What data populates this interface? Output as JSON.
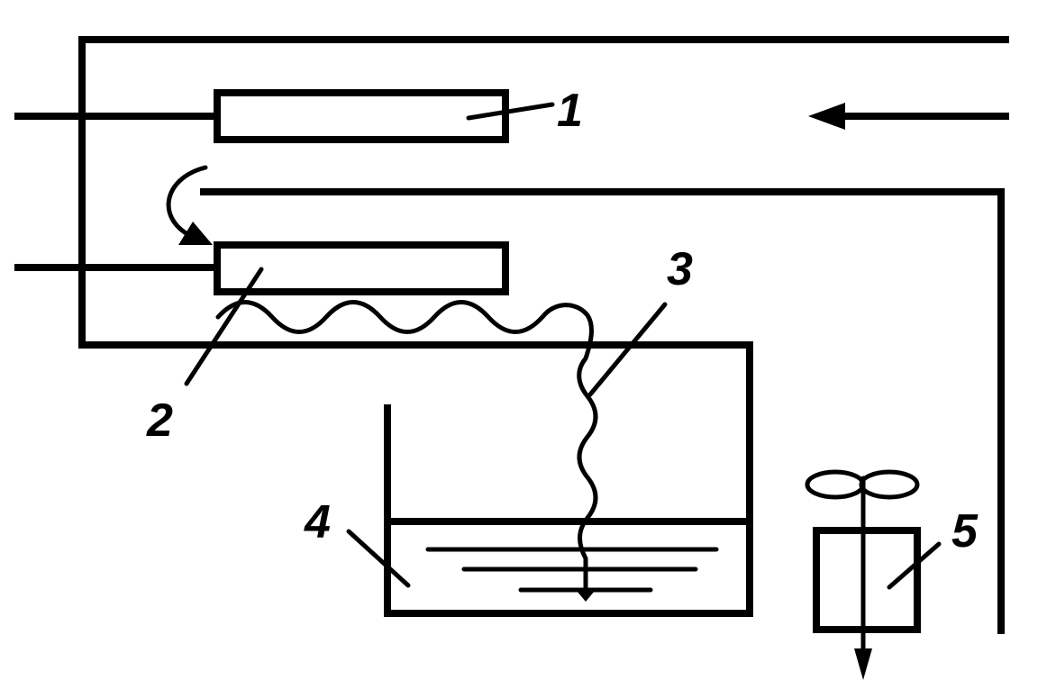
{
  "colors": {
    "ink": "#000000",
    "background": "#ffffff"
  },
  "labels": [
    {
      "id": "1",
      "text": "1"
    },
    {
      "id": "2",
      "text": "2"
    },
    {
      "id": "3",
      "text": "3"
    },
    {
      "id": "4",
      "text": "4"
    },
    {
      "id": "5",
      "text": "5"
    }
  ]
}
